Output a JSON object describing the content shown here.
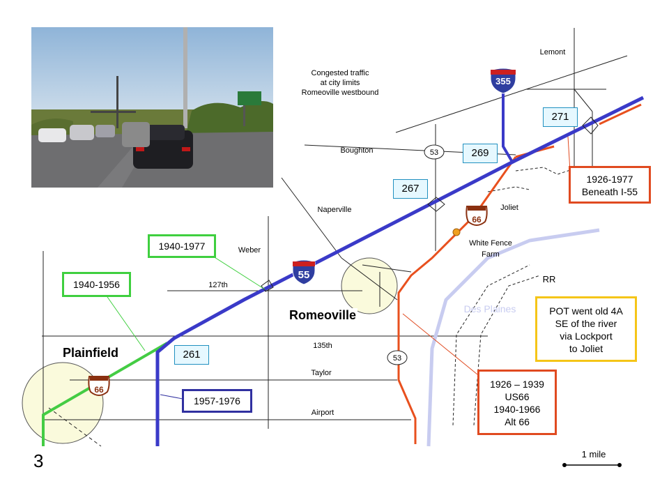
{
  "places": {
    "lemont": "Lemont",
    "boughton": "Boughton",
    "naperville": "Naperville",
    "joliet": "Joliet",
    "weber": "Weber",
    "s127th": "127th",
    "s135th": "135th",
    "taylor": "Taylor",
    "airport": "Airport",
    "rr": "RR",
    "des_plaines": "Des Plaines",
    "white_fence_line1": "White Fence",
    "white_fence_line2": "Farm",
    "romeoville": "Romeoville",
    "plainfield": "Plainfield"
  },
  "photo_caption": {
    "line1": "Congested traffic",
    "line2": "at city limits",
    "line3": "Romeoville westbound"
  },
  "shields": {
    "i355": "355",
    "i55": "55",
    "r53_top": "53",
    "r53_bottom": "53",
    "us66_a": "66",
    "us66_b": "66"
  },
  "exits": {
    "e271": "271",
    "e269": "269",
    "e267": "267",
    "e261": "261"
  },
  "boxes": {
    "green_1940_1977": "1940-1977",
    "green_1940_1956": "1940-1956",
    "blue_1957_1976": "1957-1976",
    "red_beneath_line1": "1926-1977",
    "red_beneath_line2": "Beneath I-55",
    "red_us66_line1": "1926 – 1939",
    "red_us66_line2": "US66",
    "red_us66_line3": "1940-1966",
    "red_us66_line4": "Alt 66",
    "yellow_line1": "POT went old 4A",
    "yellow_line2": "SE of the river",
    "yellow_line3": "via Lockport",
    "yellow_line4": "to Joliet"
  },
  "scale_label": "1 mile",
  "page_number": "3",
  "colors": {
    "i55": "#3a3ac8",
    "us66_red": "#e8501e",
    "us66_green": "#44cc44",
    "river": "#c8ccf0",
    "city_fill": "#fafadc"
  }
}
